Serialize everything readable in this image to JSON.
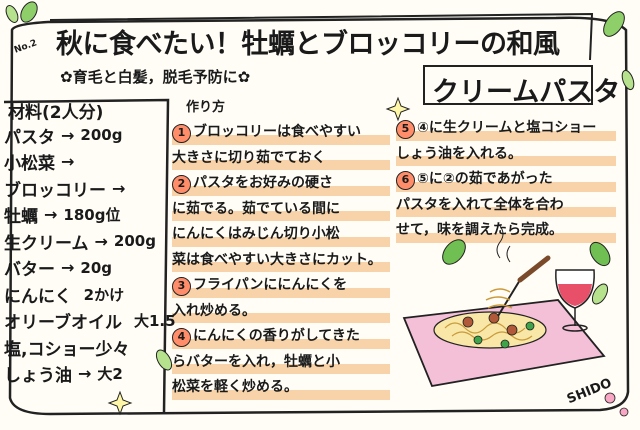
{
  "card": {
    "number": "No.2",
    "title_line1": "秋に食べたい！牡蠣とブロッコリーの和風",
    "title_line2": "クリームパスタ",
    "subtitle": "✿育毛と白髪，脱毛予防に✿",
    "ingredients_heading": "材料(2人分)",
    "ingredients": [
      {
        "name": "パスタ",
        "amount": "200g"
      },
      {
        "name": "小松菜",
        "amount": ""
      },
      {
        "name": "ブロッコリー",
        "amount": ""
      },
      {
        "name": "牡蠣",
        "amount": "180g位"
      },
      {
        "name": "生クリーム",
        "amount": "200g"
      },
      {
        "name": "バター",
        "amount": "20g"
      },
      {
        "name": "にんにく",
        "amount": "2かけ"
      },
      {
        "name": "オリーブオイル",
        "amount": "大1.5"
      },
      {
        "name": "塩,コショー少々",
        "amount": ""
      },
      {
        "name": "しょう油",
        "amount": "大2"
      }
    ],
    "steps_heading": "作り方",
    "steps_col1": [
      {
        "num": "1",
        "text": "ブロッコリーは食べやすい"
      },
      {
        "num": "",
        "text": "大きさに切り茹でておく"
      },
      {
        "num": "2",
        "text": "パスタをお好みの硬さ"
      },
      {
        "num": "",
        "text": "に茹でる。茹でている間に"
      },
      {
        "num": "",
        "text": "にんにくはみじん切り小松"
      },
      {
        "num": "",
        "text": "菜は食べやすい大きさにカット。"
      },
      {
        "num": "3",
        "text": "フライパンににんにくを"
      },
      {
        "num": "",
        "text": "入れ炒める。"
      },
      {
        "num": "4",
        "text": "にんにくの香りがしてきた"
      },
      {
        "num": "",
        "text": "らバターを入れ，牡蠣と小"
      },
      {
        "num": "",
        "text": "松菜を軽く炒める。"
      }
    ],
    "steps_col2": [
      {
        "num": "5",
        "text": "④に生クリームと塩コショー"
      },
      {
        "num": "",
        "text": "しょう油を入れる。"
      },
      {
        "num": "6",
        "text": "⑤に②の茹であがった"
      },
      {
        "num": "",
        "text": "パスタを入れて全体を合わ"
      },
      {
        "num": "",
        "text": "せて，味を調えたら完成。"
      }
    ],
    "signature": "SHIDO"
  },
  "colors": {
    "ink": "#1a1a1a",
    "highlight": "#f3b06a",
    "step_circle": "#ff8d6a",
    "leaf": "#8fcf6a",
    "plate": "#f3c0d8",
    "wine": "#e8506a"
  }
}
